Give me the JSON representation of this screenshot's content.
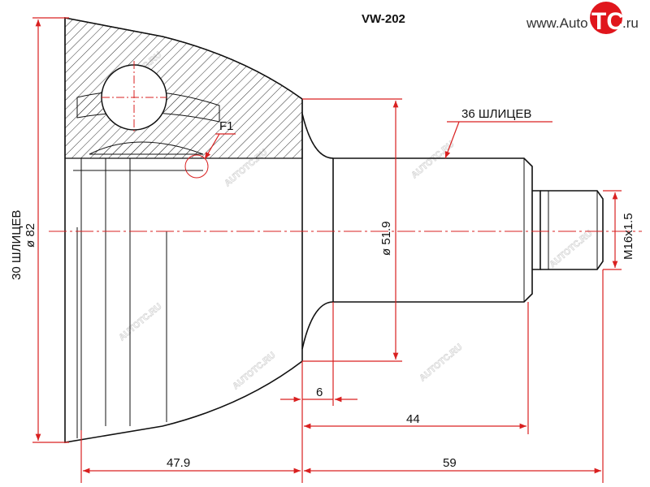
{
  "title": "VW-202",
  "logo": {
    "prefix": "www.Auto",
    "mark": "TC",
    "suffix": ".ru",
    "mark_color": "#e0161c"
  },
  "watermark": "AUTOTC.RU",
  "labels": {
    "f1": "F1",
    "outer_splines": "36 ШЛИЦЕВ",
    "inner_splines": "30 ШЛИЦЕВ",
    "outer_diameter": "ø 82",
    "shaft_diameter": "ø 51.9",
    "thread": "M16x1.5",
    "dim_6": "6",
    "dim_44": "44",
    "dim_47_9": "47.9",
    "dim_59": "59"
  },
  "colors": {
    "dimension": "#d92020",
    "outline": "#111111"
  }
}
